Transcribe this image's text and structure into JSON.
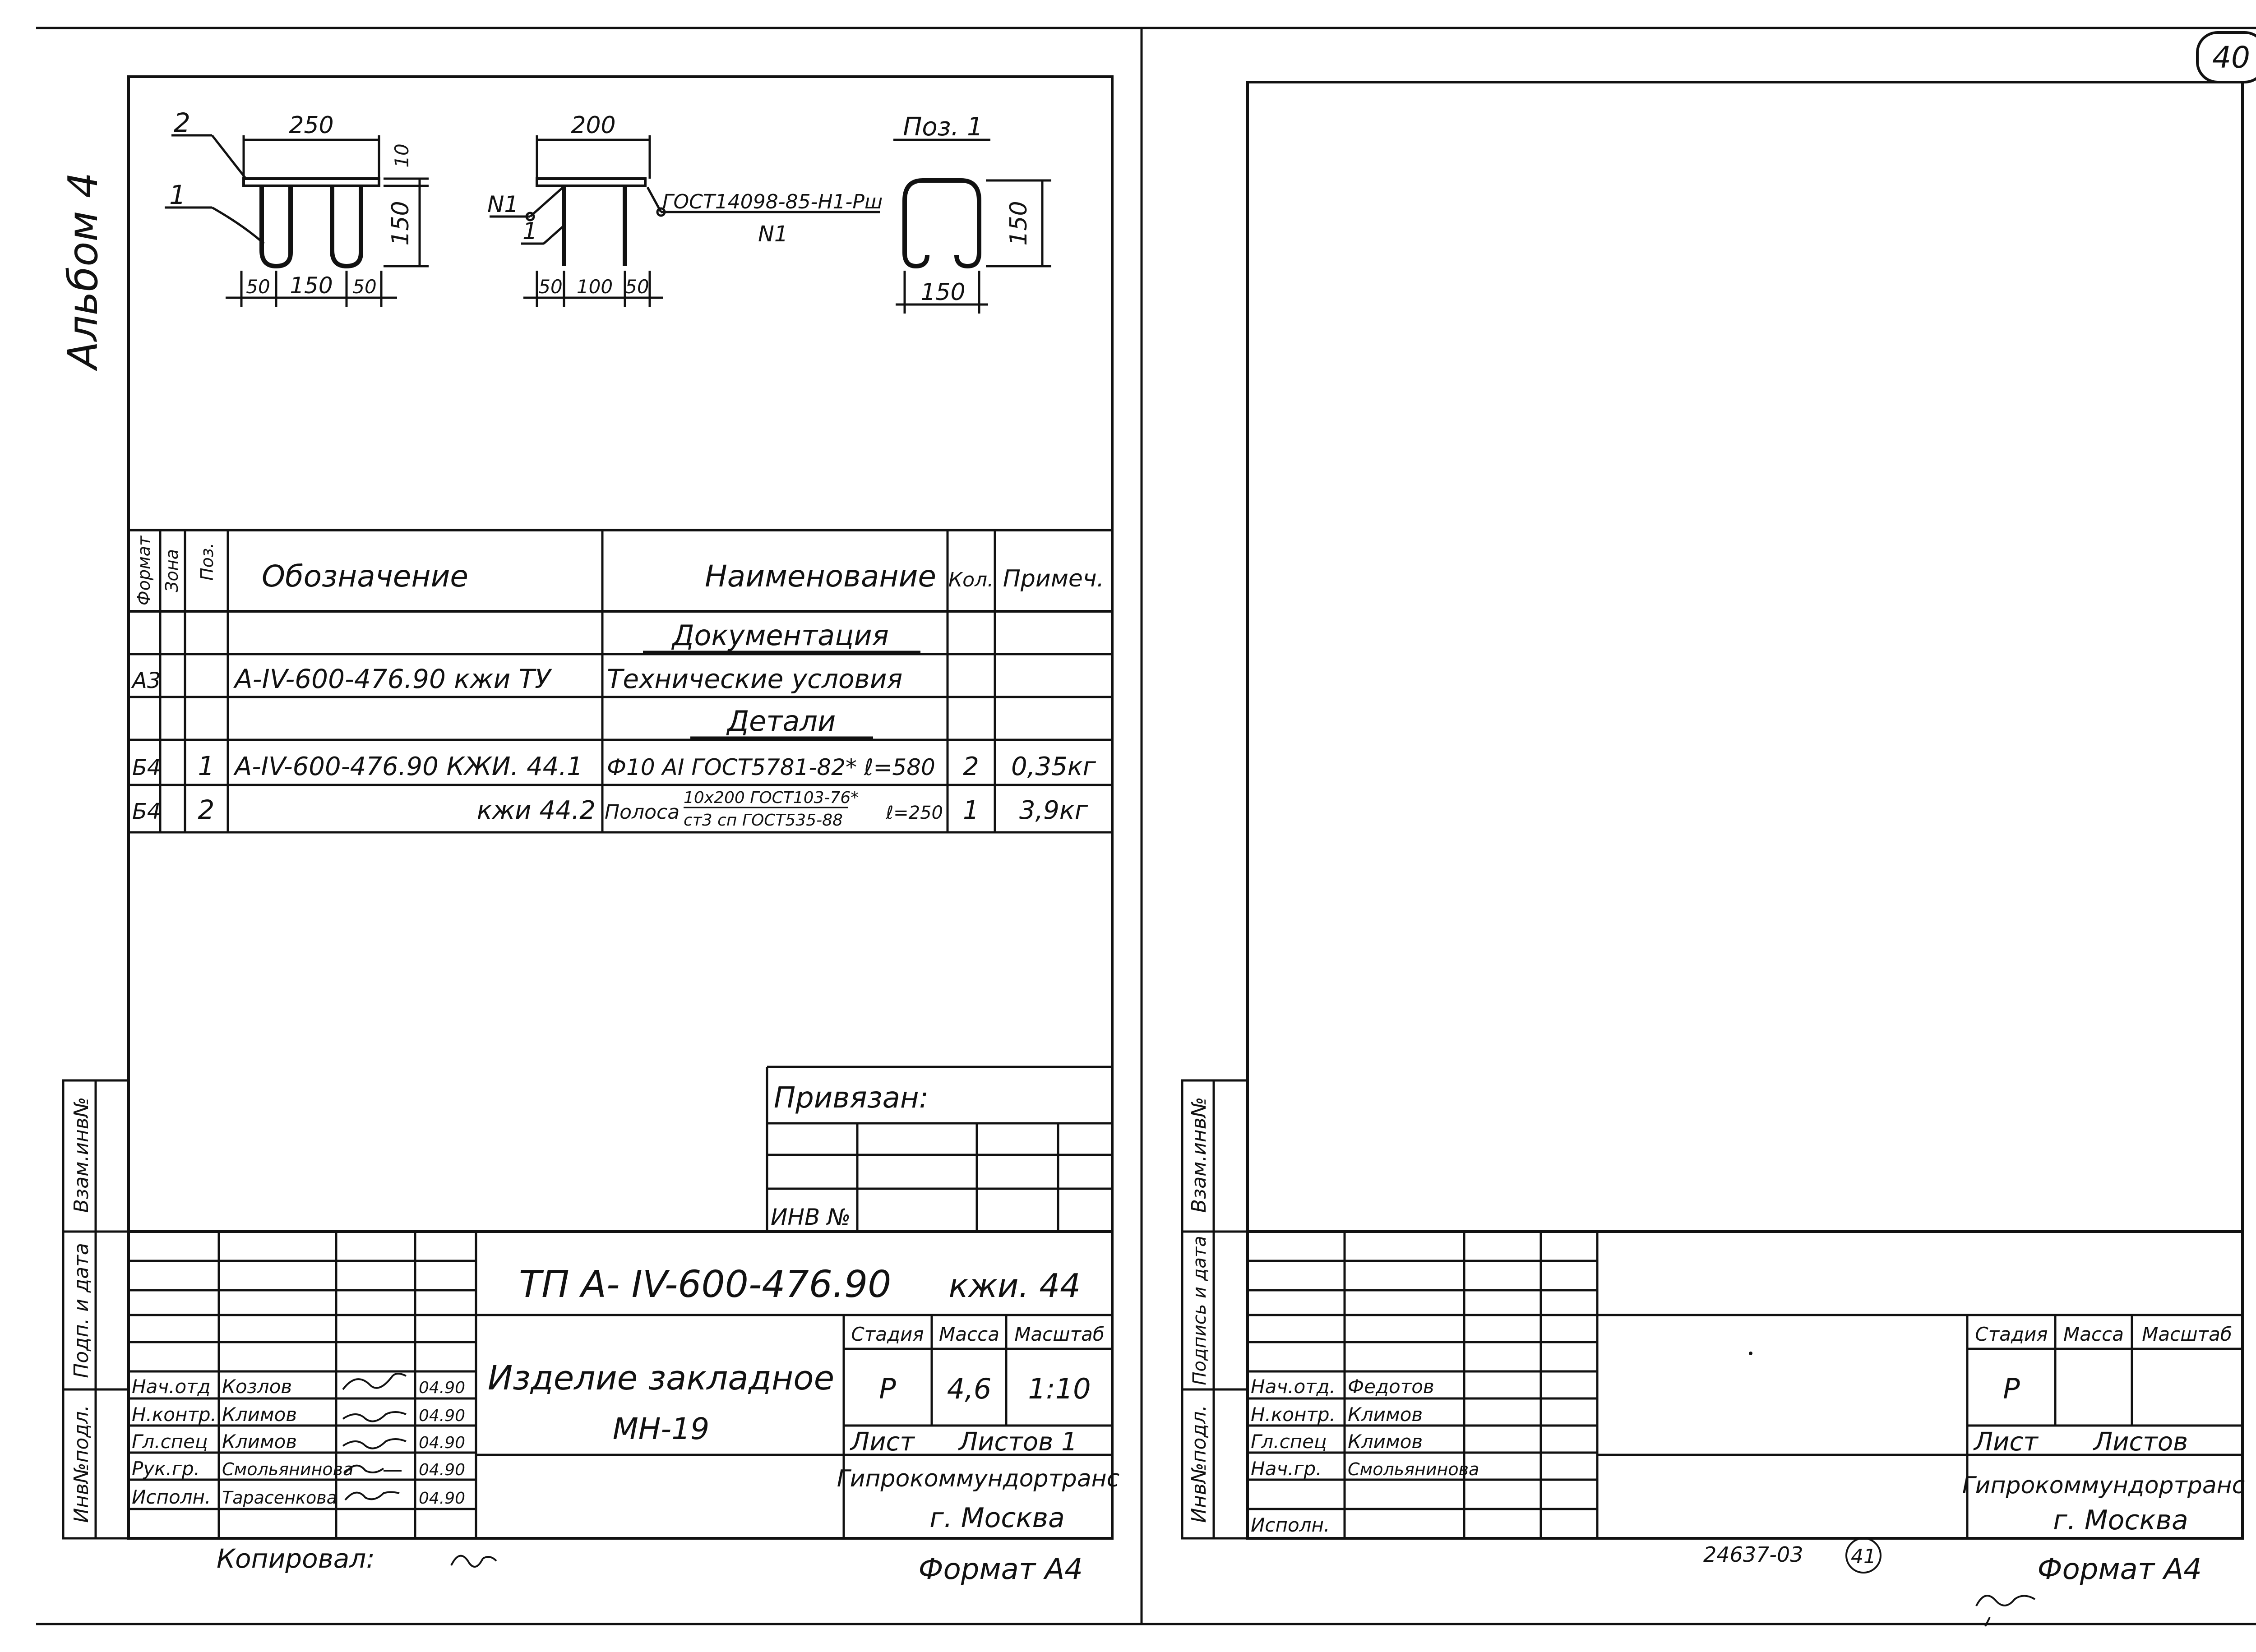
{
  "page_number": "40",
  "album": "Альбом 4",
  "left_sheet": {
    "sketches": {
      "sketch1": {
        "pos_2": "2",
        "pos_1": "1",
        "dim_width": "250",
        "dim_plate": "10",
        "dim_height": "150",
        "dim_bottom": [
          "50",
          "150",
          "50"
        ]
      },
      "sketch2": {
        "dim_width": "200",
        "mark_n1": "N1",
        "pos_1": "1",
        "weld_note": "ГОСТ14098-85-Н1-Рш",
        "weld_n1": "N1",
        "dim_bottom": [
          "50",
          "100",
          "50"
        ]
      },
      "sketch3": {
        "title": "Поз. 1",
        "dim_height": "150",
        "dim_width": "150"
      }
    },
    "spec": {
      "headers": {
        "format": "Формат",
        "zone": "Зона",
        "pos": "Поз.",
        "designation": "Обозначение",
        "name": "Наименование",
        "qty": "Кол.",
        "note": "Примеч."
      },
      "rows": [
        {
          "format": "",
          "pos": "",
          "designation": "",
          "name": "Документация",
          "qty": "",
          "note": ""
        },
        {
          "format": "А3",
          "pos": "",
          "designation": "А-IV-600-476.90 кжи ТУ",
          "name": "Технические условия",
          "qty": "",
          "note": ""
        },
        {
          "format": "",
          "pos": "",
          "designation": "",
          "name": "Детали",
          "qty": "",
          "note": ""
        },
        {
          "format": "Б4",
          "pos": "1",
          "designation": "А-IV-600-476.90 КЖИ. 44.1",
          "name": "Ф10 АI ГОСТ5781-82* ℓ=580",
          "qty": "2",
          "note": "0,35кг"
        },
        {
          "format": "Б4",
          "pos": "2",
          "designation": "кжи 44.2",
          "name_prefix": "Полоса",
          "name_top": "10х200 ГОСТ103-76*",
          "name_bottom": "ст3 сп ГОСТ535-88",
          "name_suffix": "ℓ=250",
          "qty": "1",
          "note": "3,9кг"
        }
      ]
    },
    "binding": {
      "title": "Привязан:",
      "inv": "ИНВ №"
    },
    "side_stamp": {
      "inv_podl": "Инв№подл.",
      "podp_data": "Подп. и дата",
      "vzam_inv": "Взам.инв№"
    },
    "title_block": {
      "code": "ТП А- IV-600-476.90",
      "mark": "кжи. 44",
      "product_line1": "Изделие закладное",
      "product_line2": "МН-19",
      "stage_h": "Стадия",
      "mass_h": "Масса",
      "scale_h": "Масштаб",
      "stage": "Р",
      "mass": "4,6",
      "scale": "1:10",
      "sheet": "Лист",
      "sheets": "Листов 1",
      "org1": "Гипрокоммундортранс",
      "org2": "г. Москва",
      "people": [
        {
          "role": "Нач.отд",
          "name": "Козлов",
          "sign": "",
          "date": "04.90"
        },
        {
          "role": "Н.контр.",
          "name": "Климов",
          "sign": "",
          "date": "04.90"
        },
        {
          "role": "Гл.спец",
          "name": "Климов",
          "sign": "",
          "date": "04.90"
        },
        {
          "role": "Рук.гр.",
          "name": "Смольянинова",
          "sign": "",
          "date": "04.90"
        },
        {
          "role": "Исполн.",
          "name": "Тарасенкова",
          "sign": "",
          "date": "04.90"
        }
      ]
    },
    "copied": "Копировал:",
    "format": "Формат А4"
  },
  "right_sheet": {
    "side_stamp": {
      "inv_podl": "Инв№подл.",
      "podp_data": "Подпись и дата",
      "vzam_inv": "Взам.инв№"
    },
    "title_block": {
      "stage_h": "Стадия",
      "mass_h": "Масса",
      "scale_h": "Масштаб",
      "stage": "Р",
      "sheet": "Лист",
      "sheets": "Листов",
      "org1": "Гипрокоммундортранс",
      "org2": "г. Москва",
      "people": [
        {
          "role": "Нач.отд.",
          "name": "Федотов"
        },
        {
          "role": "Н.контр.",
          "name": "Климов"
        },
        {
          "role": "Гл.спец",
          "name": "Климов"
        },
        {
          "role": "Нач.гр.",
          "name": "Смольянинова"
        },
        {
          "role": "",
          "name": ""
        },
        {
          "role": "Исполн.",
          "name": ""
        }
      ]
    },
    "archive_no": "24637-03",
    "archive_circle": "41",
    "format": "Формат А4"
  }
}
